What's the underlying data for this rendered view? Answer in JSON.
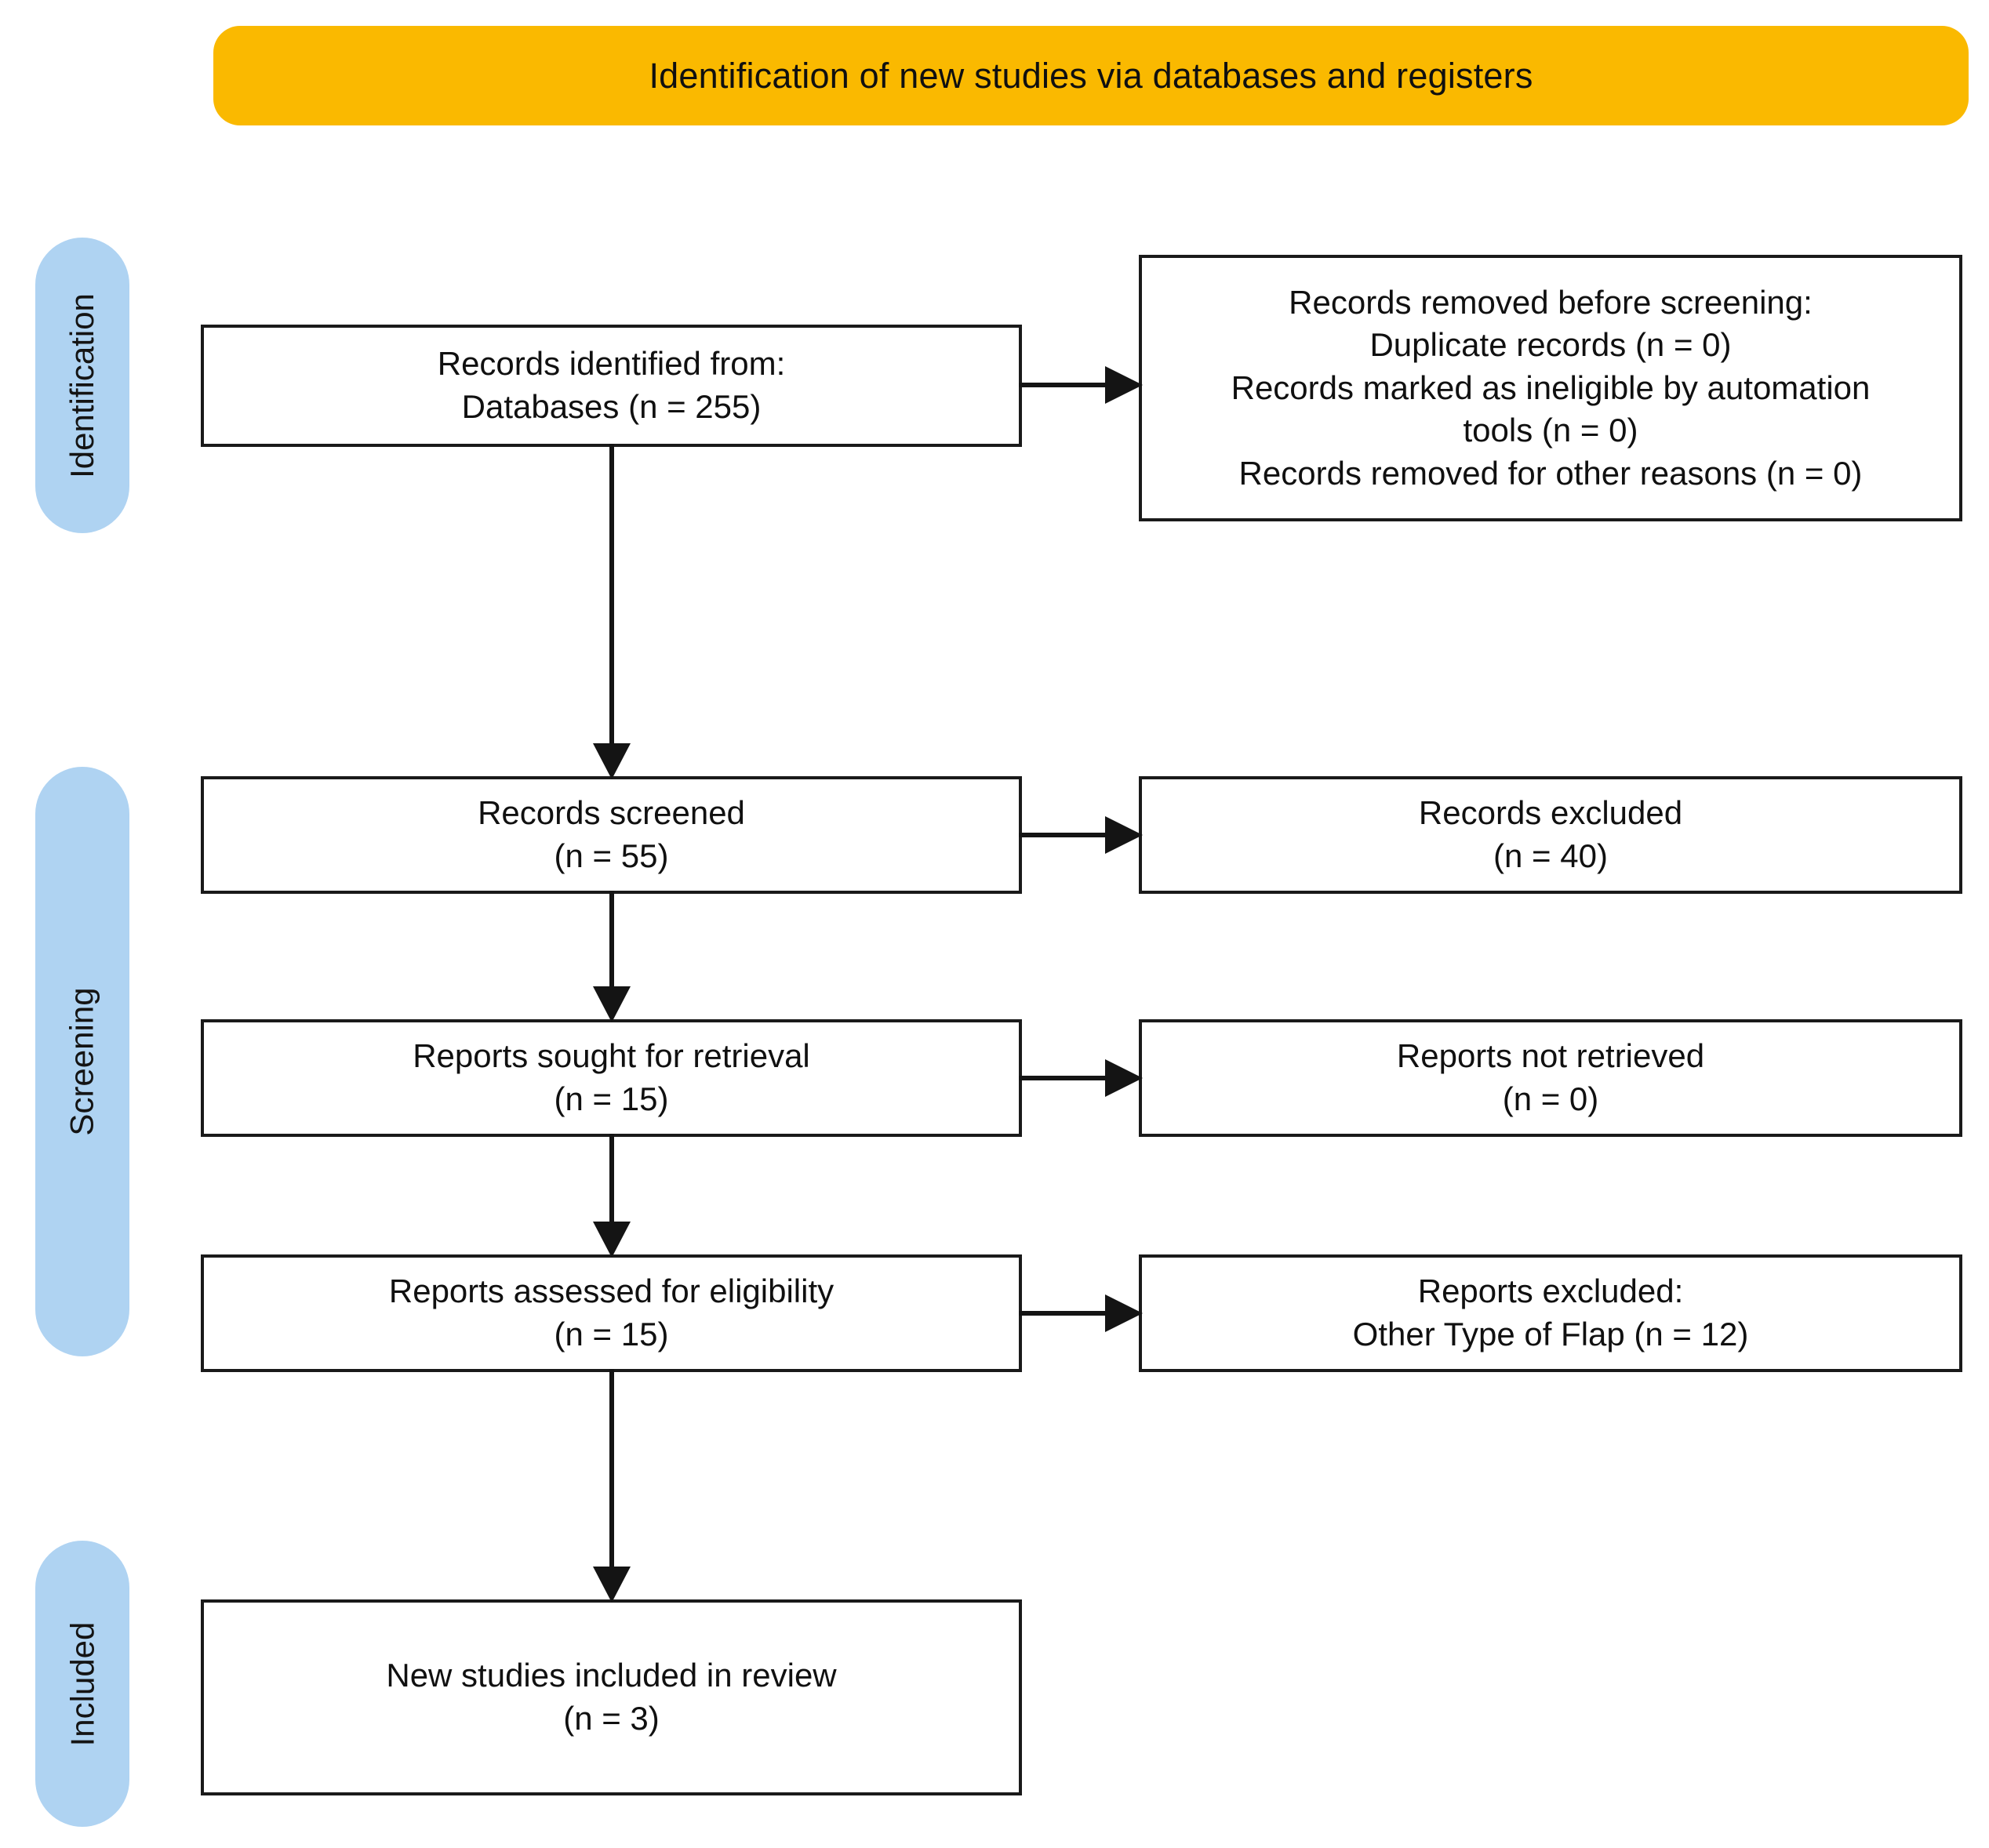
{
  "banner": {
    "title": "Identification of new studies via databases and registers",
    "color": "#FAB900"
  },
  "stages": {
    "color": "#AFD3F2",
    "identification": "Identification",
    "screening": "Screening",
    "included": "Included"
  },
  "boxes": {
    "identified": {
      "line1": "Records identified from:",
      "line2": "Databases (n = 255)"
    },
    "removed": {
      "line1": "Records removed before screening:",
      "line2": "Duplicate records (n = 0)",
      "line3": "Records marked as ineligible by automation",
      "line4": "tools (n = 0)",
      "line5": "Records removed for other reasons (n = 0)"
    },
    "screened": {
      "line1": "Records screened",
      "line2": "(n = 55)"
    },
    "excluded_records": {
      "line1": "Records excluded",
      "line2": "(n = 40)"
    },
    "sought": {
      "line1": "Reports sought for retrieval",
      "line2": "(n = 15)"
    },
    "not_retrieved": {
      "line1": "Reports not retrieved",
      "line2": "(n = 0)"
    },
    "assessed": {
      "line1": "Reports assessed for eligibility",
      "line2": "(n = 15)"
    },
    "excluded_reports": {
      "line1": "Reports excluded:",
      "line2": "Other Type of Flap (n = 12)"
    },
    "included": {
      "line1": "New studies included in review",
      "line2": "(n = 3)"
    }
  },
  "counts": {
    "databases_identified": 255,
    "duplicate_records_removed": 0,
    "ineligible_by_automation": 0,
    "removed_other_reasons": 0,
    "records_screened": 55,
    "records_excluded": 40,
    "reports_sought": 15,
    "reports_not_retrieved": 0,
    "reports_assessed": 15,
    "reports_excluded_other_flap": 12,
    "new_studies_included": 3
  }
}
